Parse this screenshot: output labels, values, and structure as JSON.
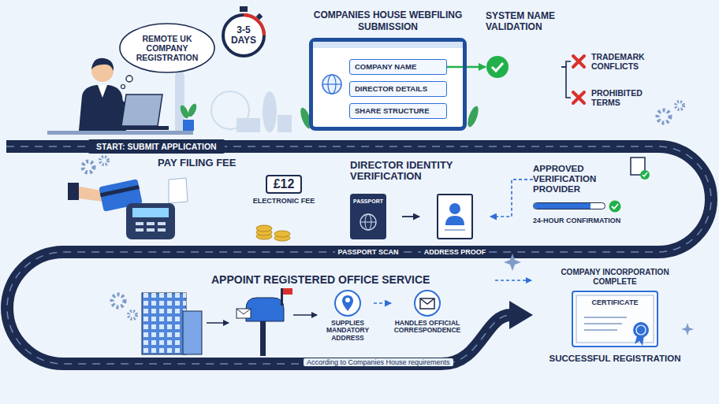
{
  "diagram": {
    "nodes": [
      {
        "text": [
          "REMOTE UK COMPANY REGISTRATION"
        ]
      },
      {
        "text": [
          "3-5 DAYS"
        ]
      },
      {
        "text": [
          "START: SUBMIT APPLICATION"
        ]
      },
      {
        "text": [
          "COMPANIES HOUSE WEBFILING SUBMISSION"
        ]
      },
      {
        "text": [
          "COMPANY NAME"
        ],
        "in": 3
      },
      {
        "text": [
          "DIRECTOR DETAILS"
        ],
        "in": 3
      },
      {
        "text": [
          "SHARE STRUCTURE"
        ],
        "in": 3
      },
      {
        "text": [
          "SYSTEM NAME VALIDATION"
        ]
      },
      {
        "text": [
          "TRADEMARK CONFLICTS"
        ]
      },
      {
        "text": [
          "PROHIBITED TERMS"
        ]
      },
      {
        "text": [
          "£12",
          "ELECTRONIC FEE"
        ]
      },
      {
        "text": [
          "PASSPORT",
          "PASSPORT SCAN"
        ]
      },
      {
        "text": [
          "ADDRESS PROOF"
        ]
      },
      {
        "text": [
          "APPROVED VERIFICATION PROVIDER",
          "24-HOUR CONFIRMATION"
        ]
      },
      {
        "text": [
          "SUPPLIES MANDATORY ADDRESS"
        ]
      },
      {
        "text": [
          "HANDLES OFFICIAL CORRESPONDENCE"
        ]
      },
      {
        "text": [
          "COMPANY INCORPORATION COMPLETE",
          "CERTIFICATE",
          "SUCCESSFUL REGISTRATION"
        ]
      }
    ],
    "edges": [
      {
        "from": 4,
        "to": 7,
        "arrow": "to"
      },
      {
        "from": 7,
        "to": 8,
        "arrow": "none"
      },
      {
        "from": 7,
        "to": 9,
        "arrow": "none"
      },
      {
        "from": 11,
        "to": 12,
        "arrow": "to"
      },
      {
        "from": 13,
        "to": 12,
        "arrow": "to"
      },
      {
        "from": 14,
        "to": 15,
        "arrow": "to"
      }
    ],
    "labels": [
      "PAY FILING FEE",
      "DIRECTOR IDENTITY VERIFICATION",
      "APPOINT REGISTERED OFFICE SERVICE",
      "According to Companies House requirements"
    ]
  }
}
